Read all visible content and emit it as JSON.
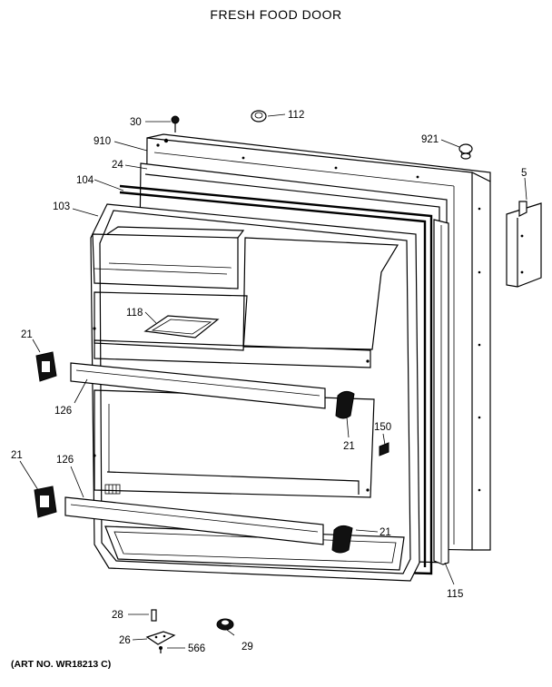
{
  "title": "FRESH FOOD DOOR",
  "art_number": "(ART NO. WR18213 C)",
  "callouts": {
    "c30": "30",
    "c112": "112",
    "c910": "910",
    "c921": "921",
    "c24": "24",
    "c5": "5",
    "c104": "104",
    "c103": "103",
    "c118": "118",
    "c21a": "21",
    "c126a": "126",
    "c21b": "21",
    "c150": "150",
    "c21c": "21",
    "c126b": "126",
    "c21d": "21",
    "c115": "115",
    "c28": "28",
    "c26": "26",
    "c566": "566",
    "c29": "29"
  }
}
